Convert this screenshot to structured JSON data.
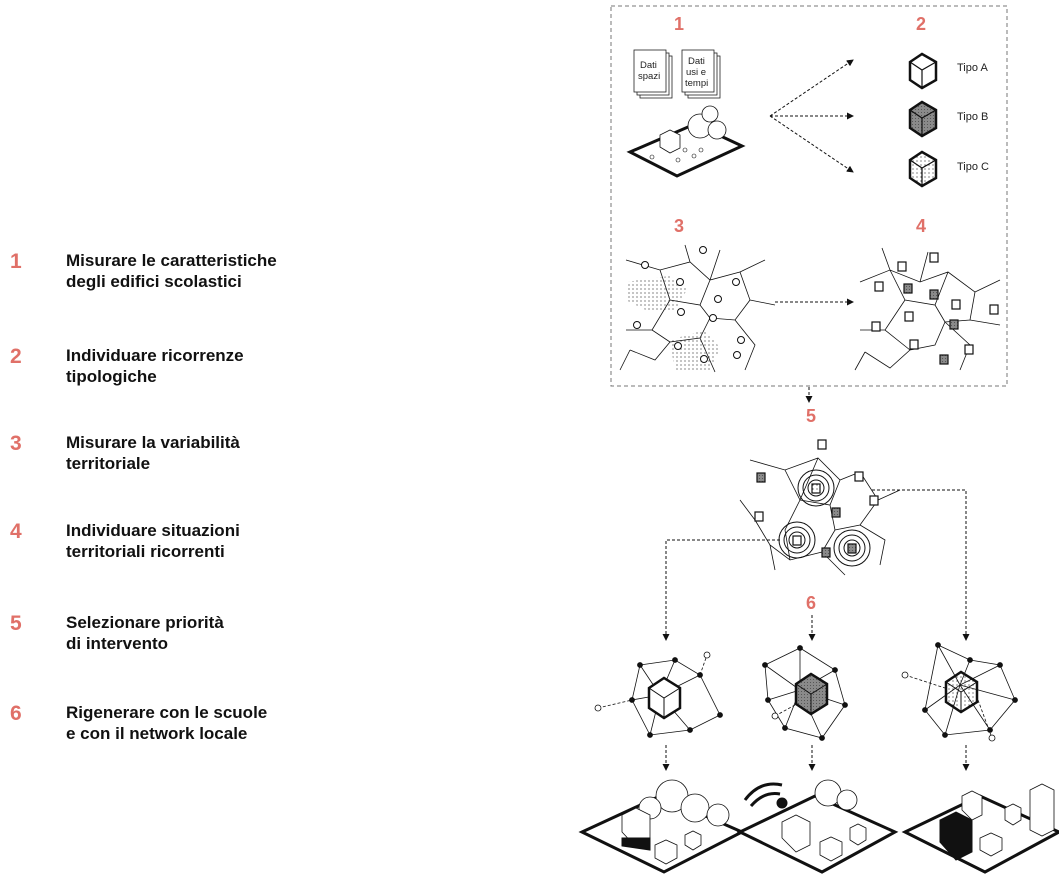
{
  "steps": [
    {
      "num": "1",
      "line1": "Misurare le caratteristiche",
      "line2": "degli edifici scolastici"
    },
    {
      "num": "2",
      "line1": "Individuare ricorrenze",
      "line2": "tipologiche"
    },
    {
      "num": "3",
      "line1": "Misurare la variabilità",
      "line2": "territoriale"
    },
    {
      "num": "4",
      "line1": "Individuare situazioni",
      "line2": "territoriali ricorrenti"
    },
    {
      "num": "5",
      "line1": "Selezionare priorità",
      "line2": "di intervento"
    },
    {
      "num": "6",
      "line1": "Rigenerare con le scuole",
      "line2": "e con il network locale"
    }
  ],
  "diagram": {
    "stage_numbers": [
      "1",
      "2",
      "3",
      "4",
      "5",
      "6"
    ],
    "doc1": [
      "Dati",
      "spazi"
    ],
    "doc2": [
      "Dati",
      "usi e",
      "tempi"
    ],
    "types": [
      "Tipo A",
      "Tipo B",
      "Tipo C"
    ]
  },
  "colors": {
    "accent": "#e07068",
    "text": "#111111",
    "line": "#222222"
  }
}
